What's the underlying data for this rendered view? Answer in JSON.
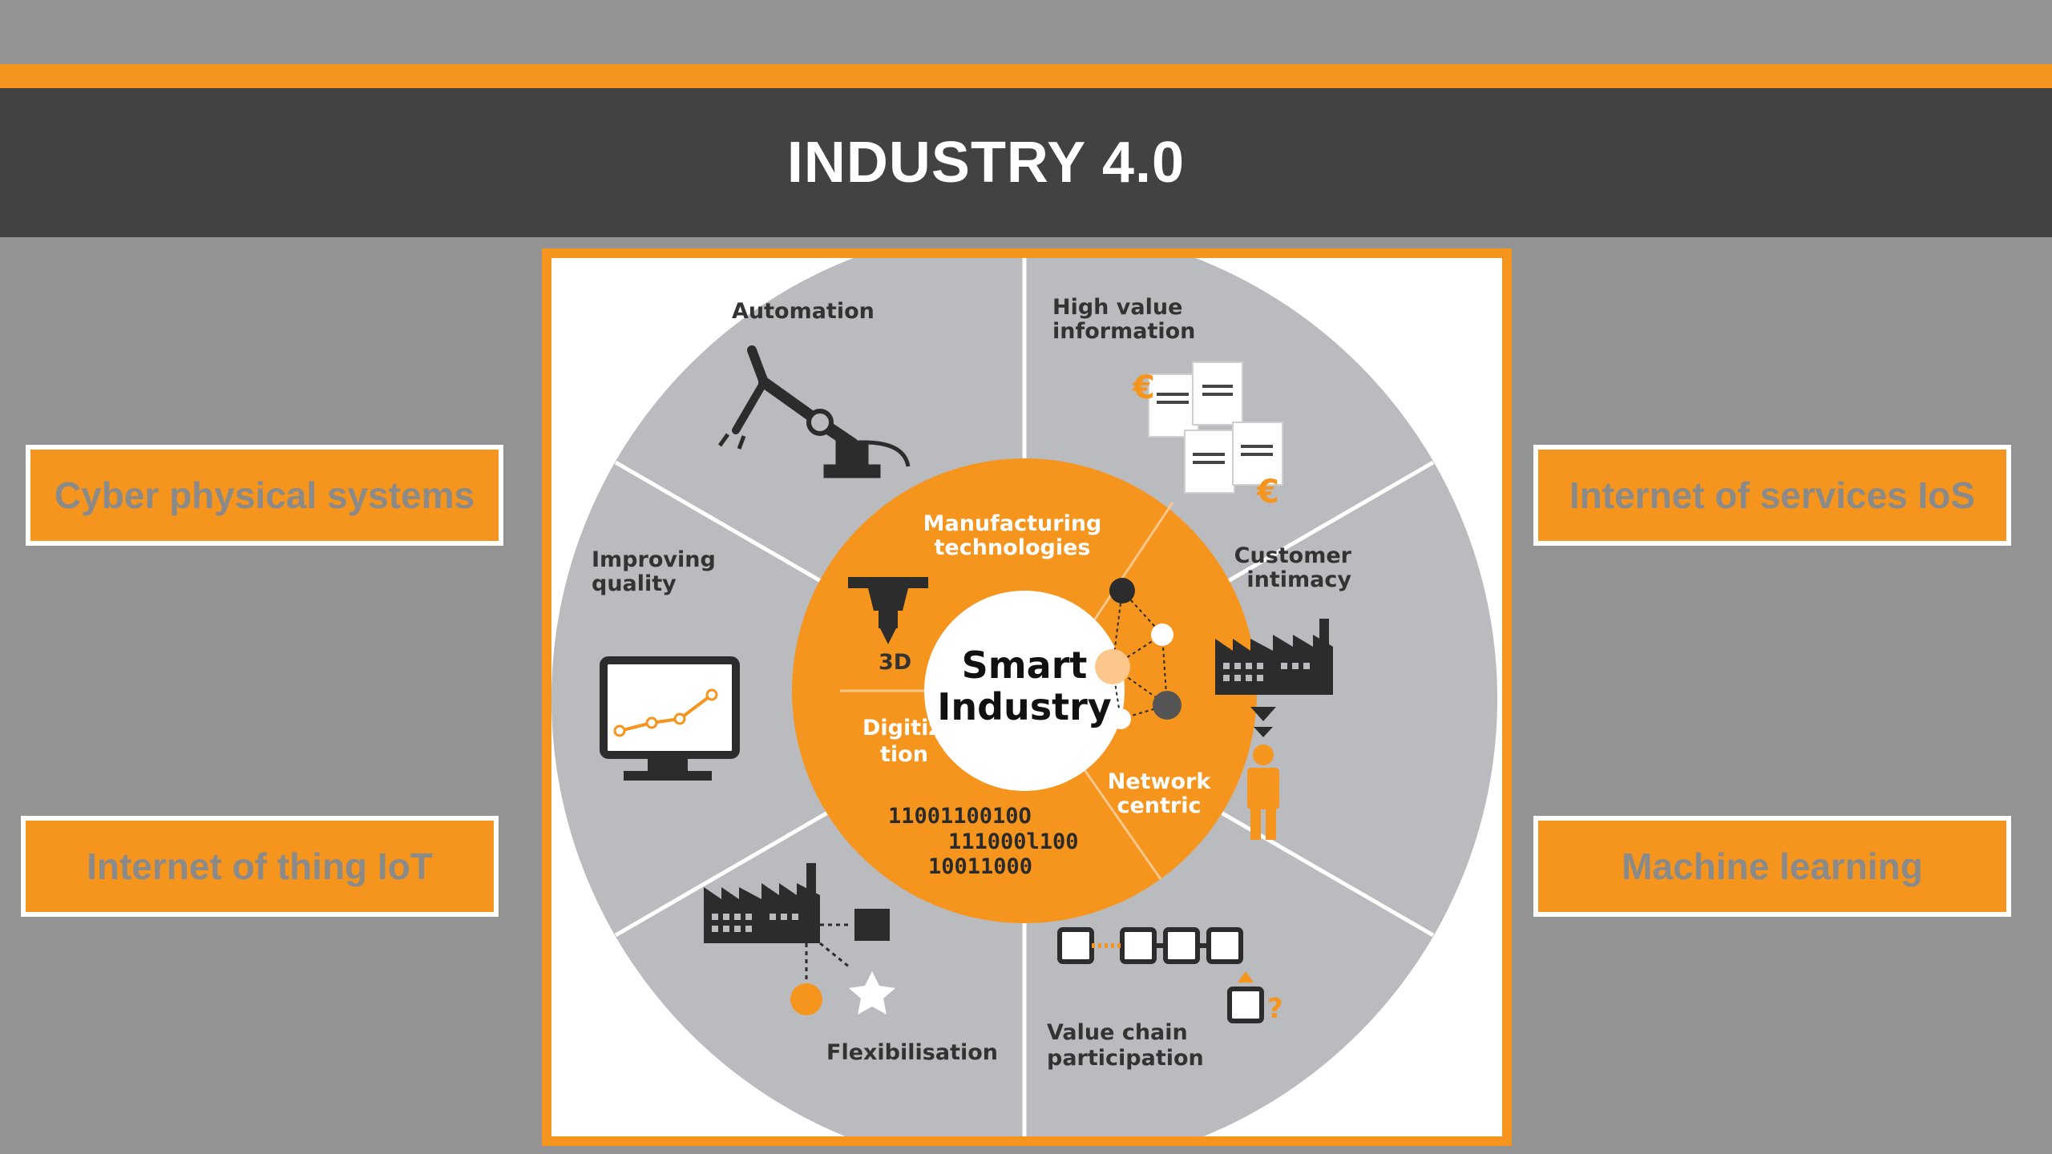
{
  "header": {
    "title": "INDUSTRY 4.0"
  },
  "labels": {
    "left_top": "Cyber physical systems",
    "left_bottom": "Internet of thing IoT",
    "right_top": "Internet of services IoS",
    "right_bottom": "Machine learning"
  },
  "diagram": {
    "center": {
      "line1": "Smart",
      "line2": "Industry"
    },
    "inner_segments": {
      "manufacturing": {
        "line1": "Manufacturing",
        "line2": "technologies",
        "icon_text": "3D"
      },
      "digitization": {
        "line1": "Digitiza-",
        "line2": "tion",
        "binary": [
          "1100110010O",
          "111000l100",
          "10011000"
        ]
      },
      "network": {
        "line1": "Network",
        "line2": "centric"
      }
    },
    "outer_segments": {
      "automation": "Automation",
      "high_value": {
        "line1": "High value",
        "line2": "information"
      },
      "customer": {
        "line1": "Customer",
        "line2": "intimacy"
      },
      "value_chain": {
        "line1": "Value chain",
        "line2": "participation"
      },
      "flexibilisation": "Flexibilisation",
      "improving": {
        "line1": "Improving",
        "line2": "quality"
      }
    },
    "currency_symbol": "€",
    "question_mark": "?"
  },
  "colors": {
    "accent": "#f6951d",
    "title_band": "#424242",
    "background": "#939393",
    "wheel": "#b9bbbf",
    "icon_dark": "#2c2c2c"
  }
}
